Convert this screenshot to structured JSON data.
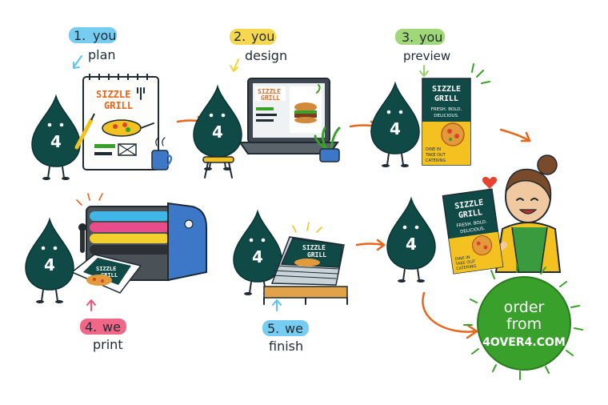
{
  "steps": [
    {
      "number": "1.",
      "pronoun": "you",
      "verb": "plan",
      "color": "#5fc3f0"
    },
    {
      "number": "2.",
      "pronoun": "you",
      "verb": "design",
      "color": "#f4d43b"
    },
    {
      "number": "3.",
      "pronoun": "you",
      "verb": "preview",
      "color": "#97d36a"
    },
    {
      "number": "4.",
      "pronoun": "we",
      "verb": "print",
      "color": "#f0567a"
    },
    {
      "number": "5.",
      "pronoun": "we",
      "verb": "finish",
      "color": "#5fc3f0"
    }
  ],
  "mascot": {
    "label": "4",
    "color": "#0f4a47"
  },
  "brand": {
    "line1": "SIZZLE",
    "line2": "GRILL",
    "tagline": [
      "FRESH. BOLD.",
      "DELICIOUS."
    ],
    "services": [
      "DINE IN",
      "TAKE OUT",
      "CATERING"
    ]
  },
  "order_badge": {
    "line1": "order",
    "line2": "from",
    "line3": "4OVER4.COM",
    "color": "#3aa02c"
  },
  "colors": {
    "arrow": "#e8651c",
    "ink": "#1f2a33",
    "poster_green": "#0f4a47",
    "poster_yellow": "#f3c221"
  }
}
